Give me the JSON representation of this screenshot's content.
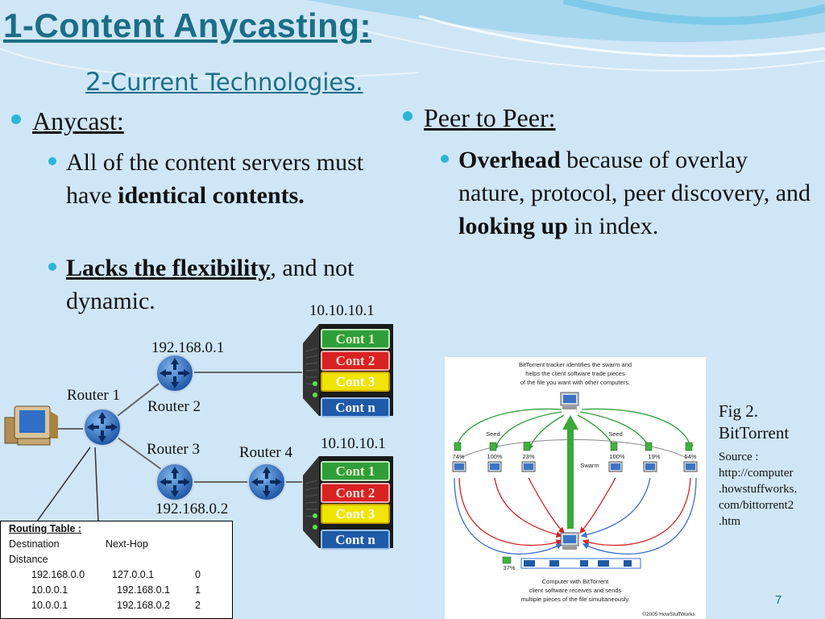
{
  "title": "1-Content Anycasting:",
  "subtitle_num": "2-",
  "subtitle_text": "Current Technologies.",
  "left": {
    "heading": "Anycast:",
    "b1_pre": "All of the content servers must have ",
    "b1_bold": "identical contents.",
    "b2_bold": "Lacks the flexibility",
    "b2_post": ", and not dynamic."
  },
  "right": {
    "heading": "Peer to Peer:",
    "b1_bold1": "Overhead",
    "b1_mid": " because of overlay nature, protocol, peer discovery, and ",
    "b1_bold2": "looking up",
    "b1_post": " in index."
  },
  "diagram": {
    "router1": "Router 1",
    "router2": "Router 2",
    "router3": "Router 3",
    "router4": "Router 4",
    "ip_r2": "192.168.0.1",
    "ip_r3": "192.168.0.2",
    "server1_ip": "10.10.10.1",
    "server2_ip": "10.10.10.1",
    "cont1": "Cont 1",
    "cont2": "Cont 2",
    "cont3": "Cont 3",
    "contn": "Cont n",
    "colors": {
      "green": "#2f9e3a",
      "red": "#d92222",
      "yellow": "#f0e400",
      "blue": "#1e5aa8"
    }
  },
  "routing_table": {
    "title": "Routing Table :",
    "header_dest": "Destination",
    "header_hop": "Next-Hop",
    "header_dist": "Distance",
    "rows": [
      {
        "dest": "192.168.0.0",
        "hop": "127.0.0.1",
        "dist": "0"
      },
      {
        "dest": "10.0.0.1",
        "hop": "192.168.0.1",
        "dist": "1"
      },
      {
        "dest": "10.0.0.1",
        "hop": "192.168.0.2",
        "dist": "2"
      }
    ]
  },
  "figure": {
    "top_text1": "BitTorrent tracker identifies the swarm and",
    "top_text2": "helps the client software trade pieces",
    "top_text3": "of the file you want with other computers.",
    "seed": "Seed",
    "swarm": "Swarm",
    "pcts": [
      "74%",
      "100%",
      "23%",
      "100%",
      "19%",
      "54%"
    ],
    "bottom_pct": "37%",
    "bottom_text1": "Computer with BitTorrent",
    "bottom_text2": "client software receives and sends",
    "bottom_text3": "multiple pieces of the file simultaneously.",
    "copyright": "©2005 HowStuffWorks"
  },
  "fig_caption1": "Fig 2.",
  "fig_caption2": "BitTorrent",
  "source_lines": [
    "Source :",
    "http://computer",
    ".howstuffworks.",
    "com/bittorrent2",
    ".htm"
  ],
  "page_number": "7"
}
